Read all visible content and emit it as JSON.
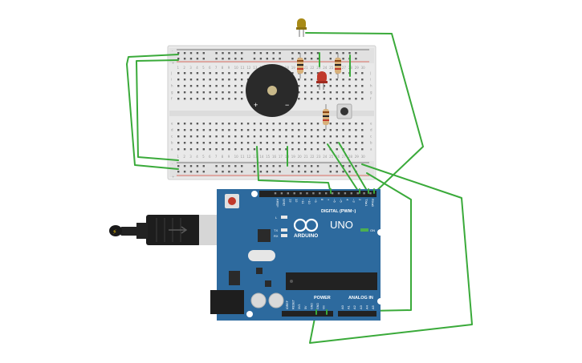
{
  "breadboard": {
    "rail_plus": "+",
    "rail_minus": "-",
    "row_labels_top": [
      "j",
      "i",
      "h",
      "g",
      "f"
    ],
    "row_labels_bottom": [
      "e",
      "d",
      "c",
      "b",
      "a"
    ],
    "column_numbers": [
      "1",
      "2",
      "3",
      "4",
      "5",
      "6",
      "7",
      "8",
      "9",
      "10",
      "11",
      "12",
      "13",
      "14",
      "15",
      "16",
      "17",
      "18",
      "19",
      "20",
      "21",
      "22",
      "23",
      "24",
      "25",
      "26",
      "27",
      "28",
      "29",
      "30"
    ]
  },
  "buzzer": {
    "plus_label": "+",
    "minus_label": "−"
  },
  "arduino": {
    "logo_text": "ARDUINO",
    "model": "UNO",
    "digital_label": "DIGITAL (PWM~)",
    "digital_pins": [
      "AREF",
      "GND",
      "13",
      "12",
      "~11",
      "~10",
      "~9",
      "8",
      "7",
      "~6",
      "~5",
      "4",
      "~3",
      "2",
      "TX▸1",
      "RX◂0"
    ],
    "power_label": "POWER",
    "power_pins": [
      "IOREF",
      "RESET",
      "3V3",
      "5V",
      "GND",
      "GND",
      "Vin"
    ],
    "analog_label": "ANALOG IN",
    "analog_pins": [
      "A0",
      "A1",
      "A2",
      "A3",
      "A4",
      "A5"
    ],
    "led_l": "L",
    "led_tx": "TX",
    "led_rx": "RX",
    "on_label": "ON"
  },
  "colors": {
    "wire": "#3aaa3a",
    "board_blue": "#2d6a9e",
    "breadboard": "#e8e8e8",
    "rail_red": "#d94a3a",
    "led_red": "#c0392b",
    "led_yellow": "#a88a16",
    "resistor": "#d8b07a"
  }
}
